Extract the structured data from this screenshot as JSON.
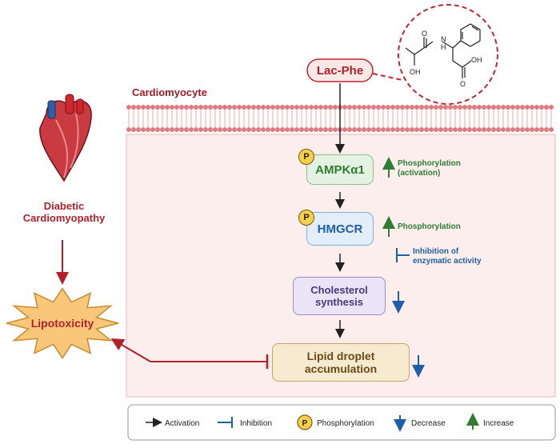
{
  "cell_label": "Cardiomyocyte",
  "lac_phe": "Lac-Phe",
  "molecule": {
    "nh": "N",
    "h": "H",
    "oh_left": "OH",
    "oh_right": "OH",
    "o_top_left": "O",
    "o_acid": "O"
  },
  "disease": {
    "line1": "Diabetic",
    "line2": "Cardiomyopathy"
  },
  "lipotoxicity": "Lipotoxicity",
  "pathway": {
    "p_symbol": "P",
    "ampk": "AMPKα1",
    "ampk_note_line1": "Phosphorylation",
    "ampk_note_line2": "(activation)",
    "hmgcr": "HMGCR",
    "hmgcr_note": "Phosphorylation",
    "hmgcr_inhib_line1": "Inhibition of",
    "hmgcr_inhib_line2": "enzymatic activity",
    "chol_line1": "Cholesterol",
    "chol_line2": "synthesis",
    "lipid_line1": "Lipid droplet",
    "lipid_line2": "accumulation"
  },
  "legend": {
    "activation": "Activation",
    "inhibition": "Inhibition",
    "phosphorylation": "Phosphorylation",
    "decrease": "Decrease",
    "increase": "Increase"
  },
  "colors": {
    "dark_red": "#b3202a",
    "green": "#2e7d32",
    "blue": "#1f5fa8",
    "purple": "#4a3a7a",
    "brown": "#6b4a16",
    "cell_fill": "#fdeeee",
    "star_fill": "#f9c77a"
  }
}
